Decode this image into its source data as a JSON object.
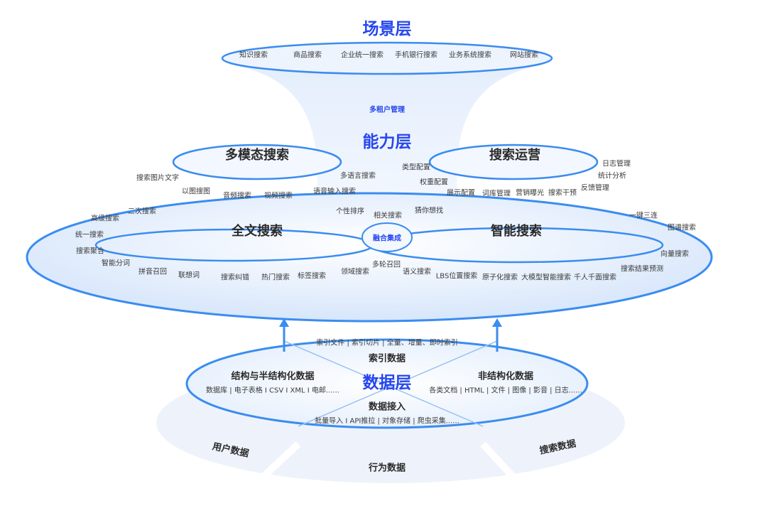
{
  "scene": {
    "title": "场景层",
    "items": [
      "知识搜索",
      "商品搜索",
      "企业统一搜索",
      "手机银行搜索",
      "业务系统搜索",
      "网站搜索"
    ]
  },
  "capability": {
    "title": "能力层",
    "tenant": "多租户管理",
    "fusion": "融合集成",
    "multimodal": {
      "title": "多模态搜索",
      "items": [
        "搜索图片文字",
        "以图搜图",
        "音频搜索",
        "视频搜索",
        "语音输入搜索",
        "多语言搜索"
      ]
    },
    "operation": {
      "title": "搜索运营",
      "items": [
        "类型配置",
        "权重配置",
        "展示配置",
        "词库管理",
        "营销曝光",
        "搜索干预",
        "反馈管理",
        "统计分析",
        "日志管理"
      ]
    },
    "fulltext": {
      "title": "全文搜索",
      "items": [
        "二次搜索",
        "高级搜索",
        "统一搜索",
        "搜索聚合",
        "智能分词",
        "拼音召回",
        "联想词",
        "搜索纠错",
        "热门搜索",
        "标签搜索",
        "领域搜索",
        "多轮召回",
        "个性排序",
        "相关搜索"
      ]
    },
    "smart": {
      "title": "智能搜索",
      "items": [
        "猜你想找",
        "一键三连",
        "图谱搜索",
        "向量搜索",
        "搜索结果预测",
        "千人千面搜索",
        "大模型智能搜索",
        "原子化搜索",
        "LBS位置搜索",
        "语义搜索"
      ]
    }
  },
  "data": {
    "title": "数据层",
    "index_detail": "索引文件 | 索引切片 | 全量、增量、即时索引",
    "index_title": "索引数据",
    "structured_title": "结构与半结构化数据",
    "structured_detail": "数据库 | 电子表格 I CSV I XML I 电邮......",
    "unstructured_title": "非结构化数据",
    "unstructured_detail": "各类文档 | HTML | 文件 | 图像 | 影音 | 日志......",
    "ingest_title": "数据接入",
    "ingest_detail": "批量导入 I API推拉 | 对象存储 | 爬虫采集......",
    "sources": [
      "用户数据",
      "行为数据",
      "搜索数据"
    ]
  },
  "colors": {
    "accent": "#2646ee",
    "ring": "#3a8cf0"
  }
}
